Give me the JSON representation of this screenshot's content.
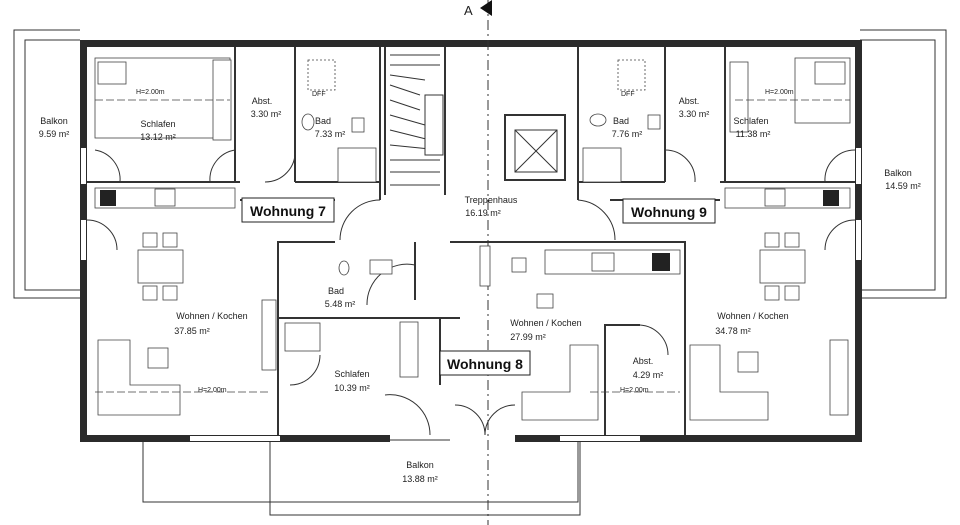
{
  "section_marker": "A",
  "apartments": [
    {
      "id": "w7",
      "title": "Wohnung 7"
    },
    {
      "id": "w8",
      "title": "Wohnung 8"
    },
    {
      "id": "w9",
      "title": "Wohnung 9"
    }
  ],
  "rooms": {
    "balkon_left": {
      "name": "Balkon",
      "area": "9.59 m²"
    },
    "schlafen_7": {
      "name": "Schlafen",
      "area": "13.12 m²"
    },
    "abst_7": {
      "name": "Abst.",
      "area": "3.30 m²"
    },
    "bad_7": {
      "name": "Bad",
      "area": "7.33 m²"
    },
    "treppenhaus": {
      "name": "Treppenhaus",
      "area": "16.19 m²"
    },
    "bad_9": {
      "name": "Bad",
      "area": "7.76 m²"
    },
    "abst_9": {
      "name": "Abst.",
      "area": "3.30 m²"
    },
    "schlafen_9": {
      "name": "Schlafen",
      "area": "11.38 m²"
    },
    "balkon_right": {
      "name": "Balkon",
      "area": "14.59 m²"
    },
    "wohnen_7": {
      "name": "Wohnen / Kochen",
      "area": "37.85 m²"
    },
    "bad_8": {
      "name": "Bad",
      "area": "5.48 m²"
    },
    "wohnen_8": {
      "name": "Wohnen / Kochen",
      "area": "27.99 m²"
    },
    "schlafen_8": {
      "name": "Schlafen",
      "area": "10.39 m²"
    },
    "abst_8": {
      "name": "Abst.",
      "area": "4.29 m²"
    },
    "wohnen_9": {
      "name": "Wohnen / Kochen",
      "area": "34.78 m²"
    },
    "balkon_bottom": {
      "name": "Balkon",
      "area": "13.88 m²"
    }
  },
  "annotations": {
    "height_mark": "H=2.00m",
    "dff": "DFF"
  }
}
